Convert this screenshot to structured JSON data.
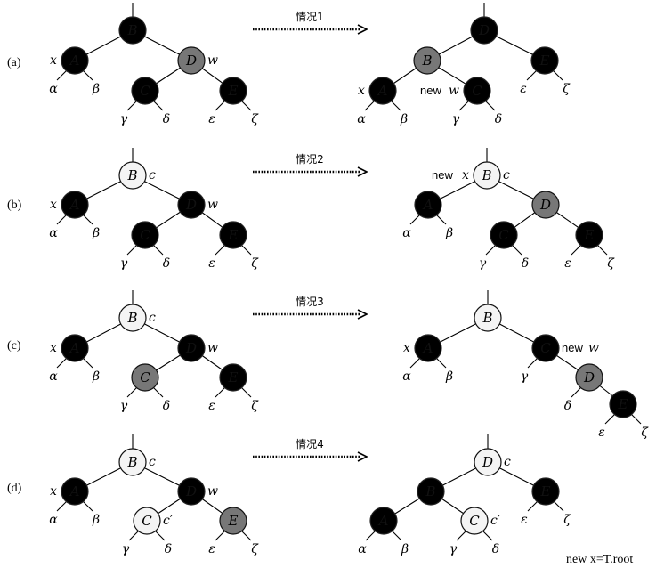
{
  "colors": {
    "black": "#000000",
    "gray": "#777777",
    "white": "#f4f4f4"
  },
  "footer": "new x=T.root",
  "rows": [
    {
      "label": "(a)",
      "case": "情况1",
      "before": {
        "nodes": [
          {
            "id": "B",
            "label": "B",
            "color": "black",
            "note": ""
          },
          {
            "id": "A",
            "label": "A",
            "color": "black",
            "note": "x"
          },
          {
            "id": "D",
            "label": "D",
            "color": "gray",
            "note": "w"
          },
          {
            "id": "C",
            "label": "C",
            "color": "black",
            "note": ""
          },
          {
            "id": "E",
            "label": "E",
            "color": "black",
            "note": ""
          }
        ],
        "leaves": [
          "α",
          "β",
          "γ",
          "δ",
          "ε",
          "ζ"
        ]
      },
      "after": {
        "nodes": [
          {
            "id": "D",
            "label": "D",
            "color": "black",
            "note": ""
          },
          {
            "id": "B",
            "label": "B",
            "color": "gray",
            "note": ""
          },
          {
            "id": "E",
            "label": "E",
            "color": "black",
            "note": ""
          },
          {
            "id": "A",
            "label": "A",
            "color": "black",
            "note": "x"
          },
          {
            "id": "C",
            "label": "C",
            "color": "black",
            "note": "new w"
          }
        ],
        "leaves": [
          "α",
          "β",
          "γ",
          "δ",
          "ε",
          "ζ"
        ]
      }
    },
    {
      "label": "(b)",
      "case": "情况2",
      "before": {
        "nodes": [
          {
            "id": "B",
            "label": "B",
            "color": "white",
            "note": "c"
          },
          {
            "id": "A",
            "label": "A",
            "color": "black",
            "note": "x"
          },
          {
            "id": "D",
            "label": "D",
            "color": "black",
            "note": "w"
          },
          {
            "id": "C",
            "label": "C",
            "color": "black",
            "note": ""
          },
          {
            "id": "E",
            "label": "E",
            "color": "black",
            "note": ""
          }
        ],
        "leaves": [
          "α",
          "β",
          "γ",
          "δ",
          "ε",
          "ζ"
        ]
      },
      "after": {
        "nodes": [
          {
            "id": "B",
            "label": "B",
            "color": "white",
            "note": "c",
            "left_note": "new x"
          },
          {
            "id": "A",
            "label": "A",
            "color": "black",
            "note": ""
          },
          {
            "id": "D",
            "label": "D",
            "color": "gray",
            "note": ""
          },
          {
            "id": "C",
            "label": "C",
            "color": "black",
            "note": ""
          },
          {
            "id": "E",
            "label": "E",
            "color": "black",
            "note": ""
          }
        ],
        "leaves": [
          "α",
          "β",
          "γ",
          "δ",
          "ε",
          "ζ"
        ]
      }
    },
    {
      "label": "(c)",
      "case": "情况3",
      "before": {
        "nodes": [
          {
            "id": "B",
            "label": "B",
            "color": "white",
            "note": "c"
          },
          {
            "id": "A",
            "label": "A",
            "color": "black",
            "note": "x"
          },
          {
            "id": "D",
            "label": "D",
            "color": "black",
            "note": "w"
          },
          {
            "id": "C",
            "label": "C",
            "color": "gray",
            "note": ""
          },
          {
            "id": "E",
            "label": "E",
            "color": "black",
            "note": ""
          }
        ],
        "leaves": [
          "α",
          "β",
          "γ",
          "δ",
          "ε",
          "ζ"
        ]
      },
      "after": {
        "nodes": [
          {
            "id": "B",
            "label": "B",
            "color": "white",
            "note": ""
          },
          {
            "id": "A",
            "label": "A",
            "color": "black",
            "note": "x"
          },
          {
            "id": "C",
            "label": "C",
            "color": "black",
            "note": "new w"
          },
          {
            "id": "D",
            "label": "D",
            "color": "gray",
            "note": ""
          },
          {
            "id": "E",
            "label": "E",
            "color": "black",
            "note": ""
          }
        ],
        "leaves": [
          "α",
          "β",
          "γ",
          "δ",
          "ε",
          "ζ"
        ]
      }
    },
    {
      "label": "(d)",
      "case": "情况4",
      "before": {
        "nodes": [
          {
            "id": "B",
            "label": "B",
            "color": "white",
            "note": "c"
          },
          {
            "id": "A",
            "label": "A",
            "color": "black",
            "note": "x"
          },
          {
            "id": "D",
            "label": "D",
            "color": "black",
            "note": "w"
          },
          {
            "id": "C",
            "label": "C",
            "color": "white",
            "note": "c′"
          },
          {
            "id": "E",
            "label": "E",
            "color": "gray",
            "note": ""
          }
        ],
        "leaves": [
          "α",
          "β",
          "γ",
          "δ",
          "ε",
          "ζ"
        ]
      },
      "after": {
        "nodes": [
          {
            "id": "D",
            "label": "D",
            "color": "white",
            "note": "c"
          },
          {
            "id": "B",
            "label": "B",
            "color": "black",
            "note": ""
          },
          {
            "id": "E",
            "label": "E",
            "color": "black",
            "note": ""
          },
          {
            "id": "A",
            "label": "A",
            "color": "black",
            "note": ""
          },
          {
            "id": "C",
            "label": "C",
            "color": "white",
            "note": "c′"
          }
        ],
        "leaves": [
          "α",
          "β",
          "γ",
          "δ",
          "ε",
          "ζ"
        ]
      }
    }
  ]
}
